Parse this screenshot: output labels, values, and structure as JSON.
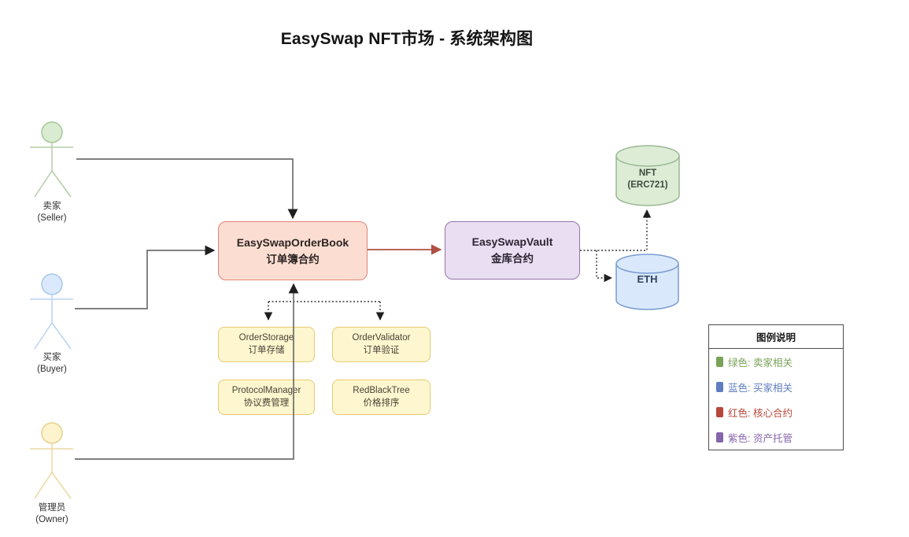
{
  "title": "EasySwap NFT市场 - 系统架构图",
  "actors": {
    "seller": {
      "label_cn": "卖家",
      "label_en": "(Seller)"
    },
    "buyer": {
      "label_cn": "买家",
      "label_en": "(Buyer)"
    },
    "owner": {
      "label_cn": "管理员",
      "label_en": "(Owner)"
    }
  },
  "nodes": {
    "orderbook": {
      "name": "EasySwapOrderBook",
      "subtitle": "订单簿合约"
    },
    "vault": {
      "name": "EasySwapVault",
      "subtitle": "金库合约"
    },
    "nft_store": {
      "name": "NFT",
      "subtitle": "(ERC721)"
    },
    "eth_store": {
      "name": "ETH"
    },
    "modules": [
      {
        "name": "OrderStorage",
        "subtitle": "订单存储"
      },
      {
        "name": "OrderValidator",
        "subtitle": "订单验证"
      },
      {
        "name": "ProtocolManager",
        "subtitle": "协议费管理"
      },
      {
        "name": "RedBlackTree",
        "subtitle": "价格排序"
      }
    ]
  },
  "legend": {
    "title": "图例说明",
    "items": [
      {
        "label": "绿色: 卖家相关",
        "color": "#79a359"
      },
      {
        "label": "蓝色: 买家相关",
        "color": "#5e7ec0"
      },
      {
        "label": "红色: 核心合约",
        "color": "#b8473a"
      },
      {
        "label": "紫色: 资产托管",
        "color": "#8566ab"
      }
    ]
  },
  "colors": {
    "seller_fill": "#d9ecd2",
    "buyer_fill": "#daeafc",
    "owner_fill": "#fdf3cd",
    "orderbook_fill": "#fbddd2",
    "orderbook_stroke": "#e08478",
    "vault_fill": "#e9def2",
    "vault_stroke": "#9673a6",
    "module_fill": "#fdf6cf",
    "module_stroke": "#e7ca70",
    "nft_fill": "#dcecd5",
    "nft_stroke": "#9cb794",
    "eth_fill": "#d9e9fb",
    "eth_stroke": "#7b9cd1",
    "connector": "#6e6e6e",
    "core_arrow": "#b04f44"
  }
}
